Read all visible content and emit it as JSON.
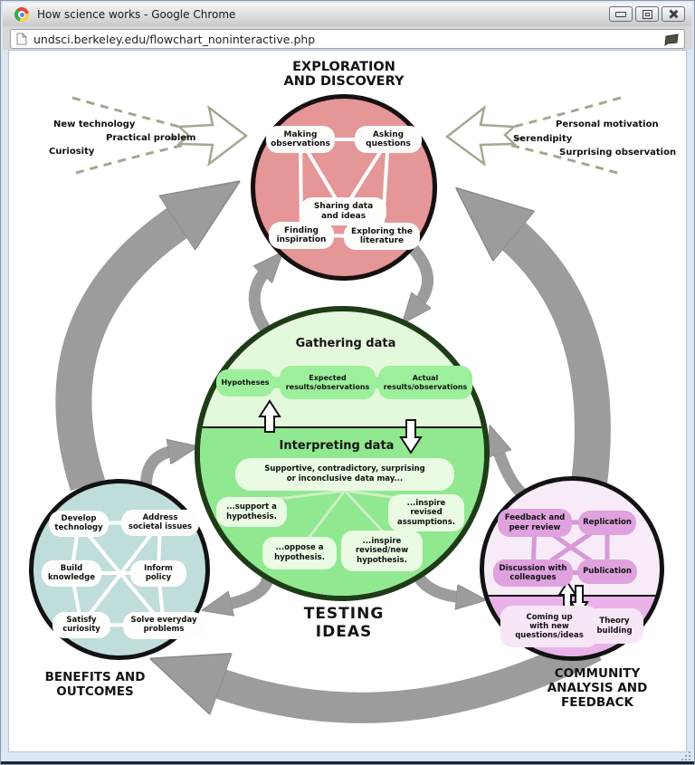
{
  "window": {
    "title": "How science works - Google Chrome",
    "url": "undsci.berkeley.edu/flowchart_noninteractive.php",
    "controls": [
      "minimize",
      "maximize",
      "close"
    ]
  },
  "diagram": {
    "entry_left": [
      "New technology",
      "Practical problem",
      "Curiosity"
    ],
    "entry_right": [
      "Personal motivation",
      "Serendipity",
      "Surprising observation"
    ],
    "exploration": {
      "heading": "EXPLORATION\nAND DISCOVERY",
      "nodes": [
        "Making\nobservations",
        "Asking\nquestions",
        "Sharing data\nand ideas",
        "Finding\ninspiration",
        "Exploring the\nliterature"
      ]
    },
    "testing": {
      "heading": "TESTING\nIDEAS",
      "gathering": {
        "title": "Gathering data",
        "nodes": [
          "Hypotheses",
          "Expected\nresults/observations",
          "Actual\nresults/observations"
        ]
      },
      "interpreting": {
        "title": "Interpreting data",
        "intro": "Supportive, contradictory, surprising\nor inconclusive data may...",
        "outcomes": [
          "...support a\nhypothesis.",
          "...oppose a\nhypothesis.",
          "...inspire\nrevised/new\nhypothesis.",
          "...inspire\nrevised\nassumptions."
        ]
      }
    },
    "benefits": {
      "heading": "BENEFITS AND\nOUTCOMES",
      "nodes": [
        "Develop\ntechnology",
        "Address\nsocietal issues",
        "Build\nknowledge",
        "Inform\npolicy",
        "Satisfy\ncuriosity",
        "Solve everyday\nproblems"
      ]
    },
    "community": {
      "heading": "COMMUNITY\nANALYSIS AND\nFEEDBACK",
      "top_nodes": [
        "Feedback and\npeer review",
        "Replication",
        "Discussion with\ncolleagues",
        "Publication"
      ],
      "bottom_nodes": [
        "Coming up\nwith new\nquestions/ideas",
        "Theory\nbuilding"
      ]
    },
    "colors": {
      "exploration_fill": "#e59697",
      "testing_top_fill": "#e4f8dc",
      "testing_bottom_fill": "#90e890",
      "benefits_fill": "#bfdedb",
      "community_top_fill": "#f8ebf8",
      "community_bottom_fill": "#e9b3e9",
      "community_node_fill": "#dfa2df",
      "big_arrow_gray": "#9c9c9c",
      "entry_arrow_outline": "#a9a493"
    }
  }
}
